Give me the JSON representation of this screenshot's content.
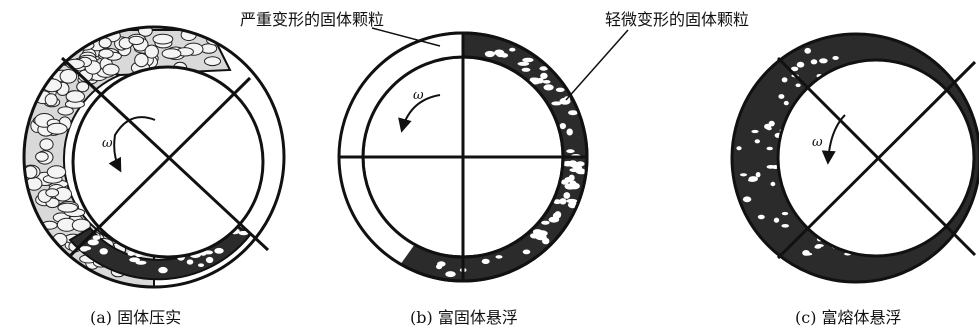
{
  "annotations": {
    "severely_deformed": "严重变形的固体颗粒",
    "slightly_deformed": "轻微变形的固体颗粒"
  },
  "omega": "ω",
  "panels": [
    {
      "caption": "(a) 固体压实"
    },
    {
      "caption": "(b) 富固体悬浮"
    },
    {
      "caption": "(c) 富熔体悬浮"
    }
  ],
  "colors": {
    "ink": "#111111",
    "dark_band": "#2b2b2b",
    "particle": "#ffffff",
    "compacted_fill": "#d9d9d9"
  }
}
